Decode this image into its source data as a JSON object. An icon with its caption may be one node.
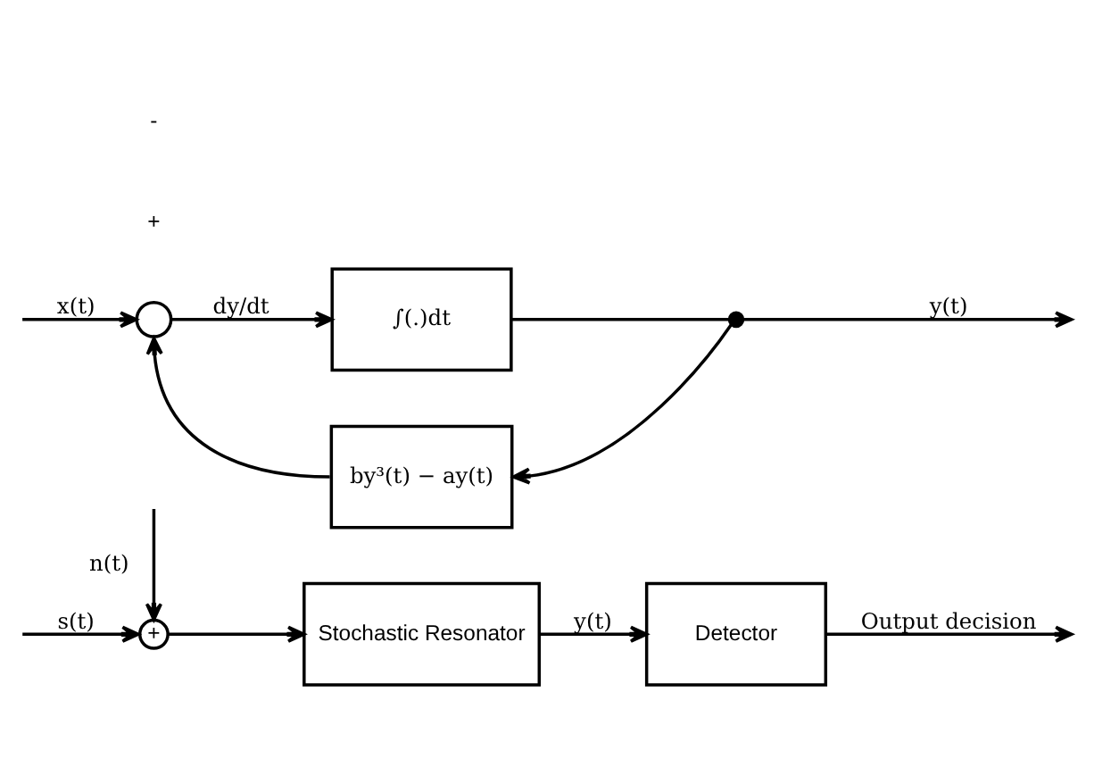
{
  "diagram": {
    "nodes": [
      {
        "text": [
          "+"
        ]
      },
      {
        "text": [
          "Stochastic Resonator"
        ]
      },
      {
        "text": [
          "Detector"
        ]
      },
      {
        "text": [],
        "shape": "circle"
      },
      {
        "text": [
          "∫(.)dt"
        ]
      },
      {
        "text": [],
        "shape": "dot"
      },
      {
        "text": [
          "by³(t) − ay(t)"
        ]
      }
    ],
    "edges": [
      {
        "from": null,
        "to": 0,
        "arrow": "to",
        "label": "s(t)"
      },
      {
        "from": null,
        "to": 0,
        "arrow": "to",
        "label": "n(t)"
      },
      {
        "from": 0,
        "to": 1,
        "arrow": "to"
      },
      {
        "from": 1,
        "to": 2,
        "arrow": "to",
        "label": "y(t)"
      },
      {
        "from": 2,
        "to": null,
        "arrow": "to",
        "label": "Output decision"
      },
      {
        "from": null,
        "to": 3,
        "arrow": "to",
        "label": "x(t)"
      },
      {
        "from": 3,
        "to": 4,
        "arrow": "to",
        "label": "dy/dt"
      },
      {
        "from": 4,
        "to": 5,
        "arrow": "none"
      },
      {
        "from": 5,
        "to": null,
        "arrow": "to",
        "label": "y(t)"
      },
      {
        "from": 5,
        "to": 6,
        "arrow": "to"
      },
      {
        "from": 6,
        "to": 3,
        "arrow": "to"
      }
    ],
    "labels": [
      "+",
      "-"
    ]
  }
}
